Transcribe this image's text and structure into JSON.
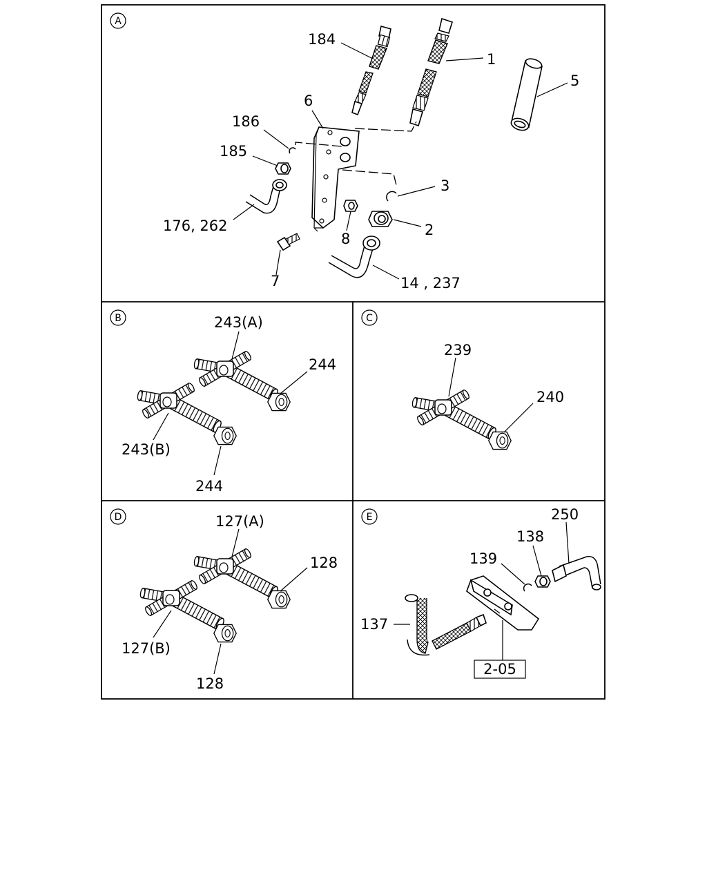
{
  "panels": {
    "A": {
      "marker": "A",
      "labels": {
        "p184": "184",
        "p1": "1",
        "p5": "5",
        "p6": "6",
        "p186": "186",
        "p185": "185",
        "p3": "3",
        "p2": "2",
        "p8": "8",
        "p176": "176, 262",
        "p7": "7",
        "p14": "14 , 237"
      }
    },
    "B": {
      "marker": "B",
      "labels": {
        "p243a": "243(A)",
        "p244a": "244",
        "p243b": "243(B)",
        "p244b": "244"
      }
    },
    "C": {
      "marker": "C",
      "labels": {
        "p239": "239",
        "p240": "240"
      }
    },
    "D": {
      "marker": "D",
      "labels": {
        "p127a": "127(A)",
        "p128a": "128",
        "p127b": "127(B)",
        "p128b": "128"
      }
    },
    "E": {
      "marker": "E",
      "labels": {
        "p250": "250",
        "p138": "138",
        "p139": "139",
        "p137": "137",
        "ref": "2-05"
      }
    }
  }
}
